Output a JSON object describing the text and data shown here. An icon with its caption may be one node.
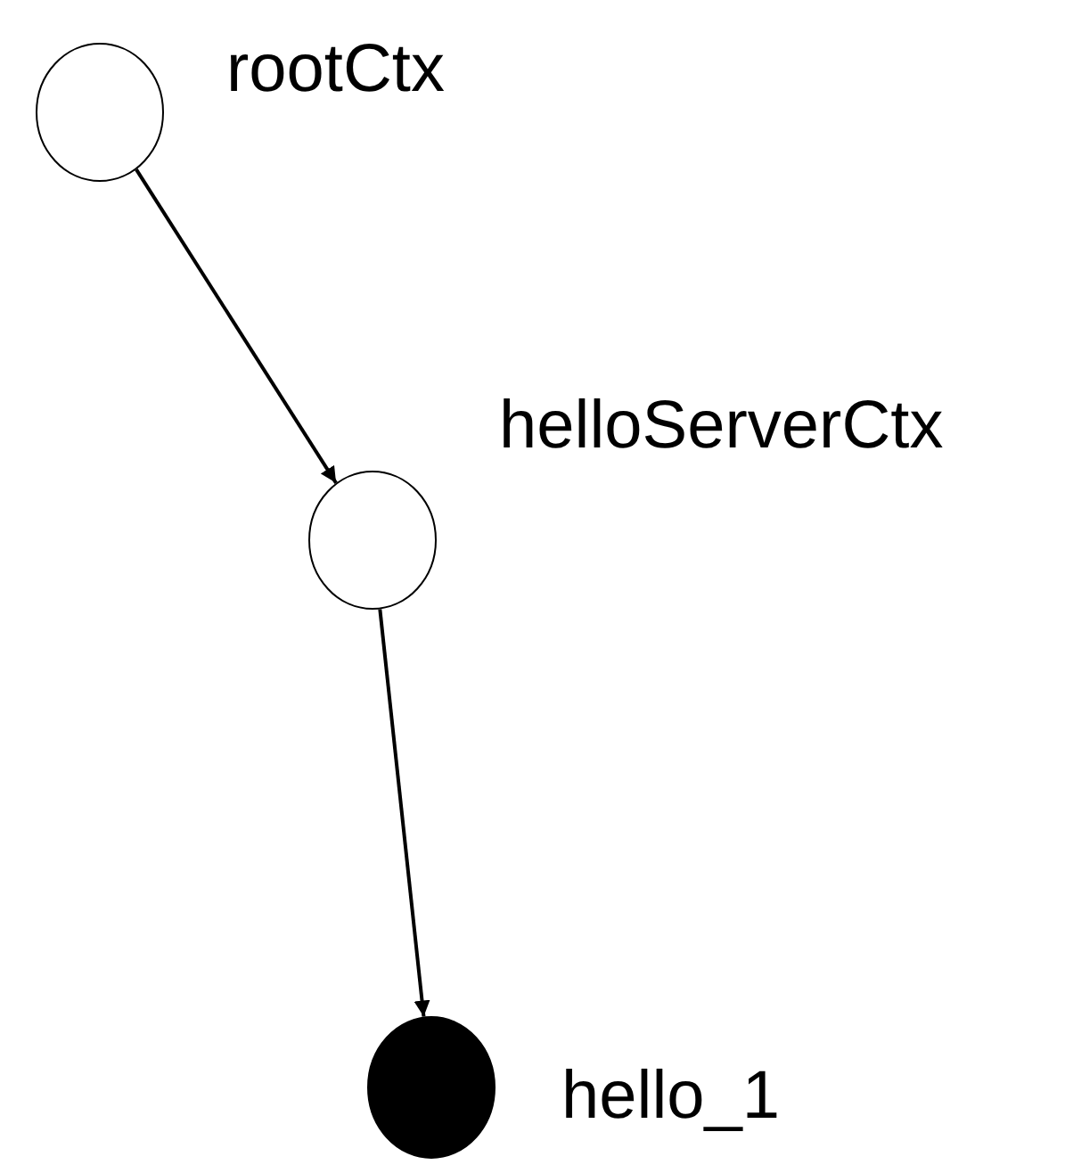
{
  "diagram": {
    "nodes": [
      {
        "text": [],
        "shape": "circle",
        "beside": [
          "rootCtx"
        ]
      },
      {
        "text": [],
        "shape": "circle",
        "beside": [
          "helloServerCtx"
        ]
      },
      {
        "text": [],
        "shape": "circle",
        "beside": [
          "hello_1"
        ]
      }
    ],
    "edges": [
      {
        "from": 0,
        "to": 1,
        "arrow": "to"
      },
      {
        "from": 1,
        "to": 2,
        "arrow": "to"
      }
    ]
  }
}
